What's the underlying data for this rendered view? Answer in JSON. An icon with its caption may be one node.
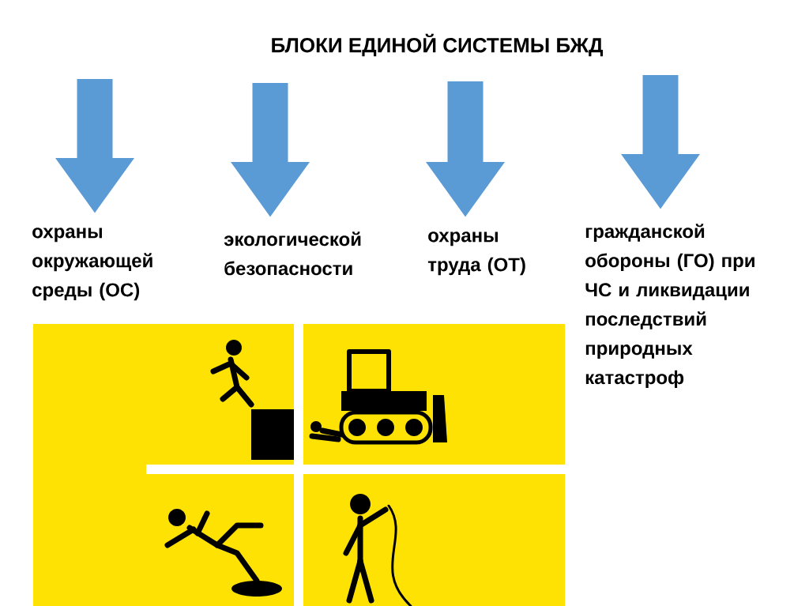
{
  "diagram": {
    "title": "БЛОКИ ЕДИНОЙ СИСТЕМЫ БЖД",
    "nodes": [
      {
        "text": [
          "охраны окружающей среды (ОС)"
        ]
      },
      {
        "text": [
          "экологической безопасности"
        ]
      },
      {
        "text": [
          "охраны труда (ОТ)"
        ]
      },
      {
        "text": [
          "гражданской обороны (ГО) при ЧС и ликвидации последствий природных катастроф"
        ]
      }
    ],
    "edges": [
      {
        "from": null,
        "to": 0,
        "arrow": "to"
      },
      {
        "from": null,
        "to": 1,
        "arrow": "to"
      },
      {
        "from": null,
        "to": 2,
        "arrow": "to"
      },
      {
        "from": null,
        "to": 3,
        "arrow": "to"
      }
    ]
  }
}
